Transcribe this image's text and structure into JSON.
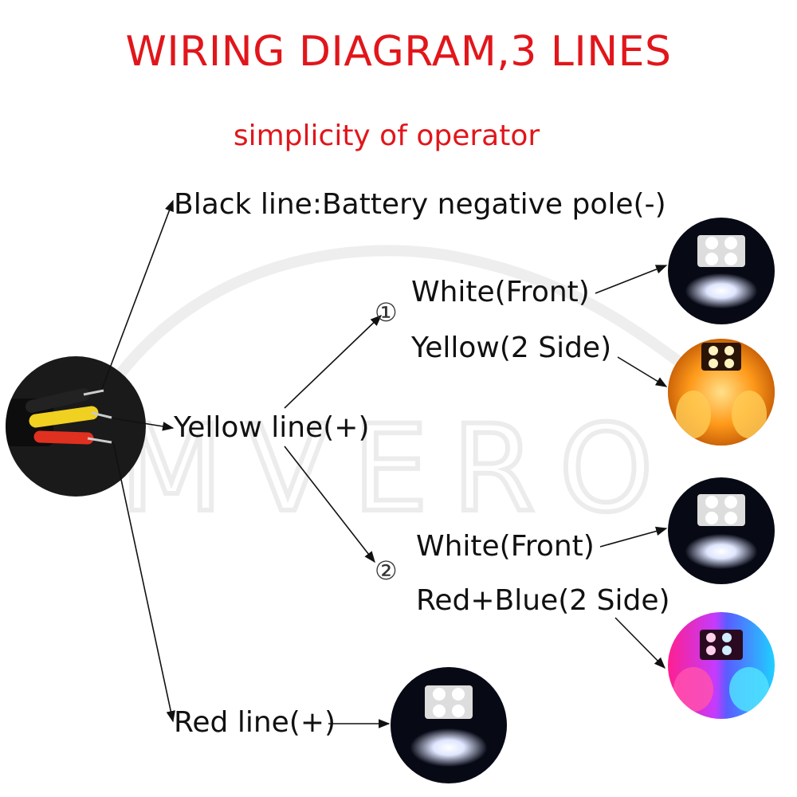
{
  "title": "WIRING DIAGRAM,3 LINES",
  "subtitle": "simplicity of operator",
  "watermark": "MVERO",
  "labels": {
    "black_line": "Black line:Battery negative pole(-)",
    "yellow_line": "Yellow line(+)",
    "red_line": "Red line(+)"
  },
  "modes": [
    {
      "marker": "①",
      "front": "White(Front)",
      "side": "Yellow(2 Side)"
    },
    {
      "marker": "②",
      "front": "White(Front)",
      "side": "Red+Blue(2 Side)"
    }
  ],
  "colors": {
    "title": "#e1161b",
    "text": "#111111",
    "white_light": "#ffffff",
    "amber_light": "#ff9a1a",
    "red_light": "#ff2a8a",
    "blue_light": "#22c8ff"
  }
}
